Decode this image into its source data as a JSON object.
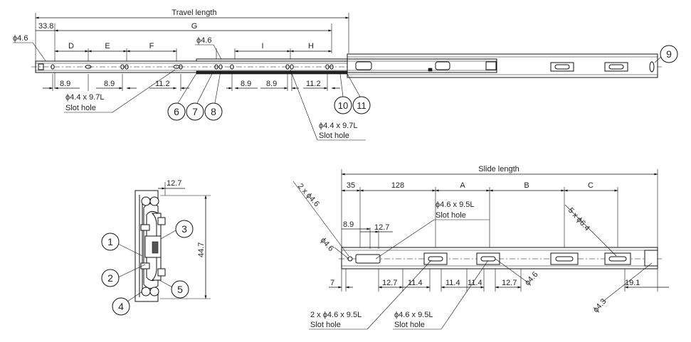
{
  "top": {
    "travel_length": "Travel length",
    "G": "G",
    "d_33_8": "33.8",
    "phi_4_6_left": "ϕ4.6",
    "phi_4_6_mid": "ϕ4.6",
    "D": "D",
    "E": "E",
    "F": "F",
    "I": "I",
    "H": "H",
    "d_8_9_a": "8.9",
    "d_8_9_b": "8.9",
    "d_11_2_a": "11.2",
    "d_8_9_c": "8.9",
    "d_8_9_d": "8.9",
    "d_11_2_b": "11.2",
    "slot_left_1": "ϕ4.4 x 9.7L",
    "slot_left_2": "Slot hole",
    "slot_right_1": "ϕ4.4 x 9.7L",
    "slot_right_2": "Slot hole",
    "callouts": [
      "6",
      "7",
      "8",
      "9",
      "10",
      "11"
    ]
  },
  "cross": {
    "d_12_7": "12.7",
    "d_44_7": "44.7",
    "callouts": [
      "1",
      "2",
      "3",
      "4",
      "5"
    ]
  },
  "bottom": {
    "slide_length": "Slide length",
    "d_35": "35",
    "d_128": "128",
    "A": "A",
    "B": "B",
    "C": "C",
    "holes_2x": "2 x ϕ4.6",
    "holes_5x": "5 x ϕ6.4",
    "slot_1": "ϕ4.6 x 9.5L",
    "slot_2": "Slot hole",
    "d_8_9": "8.9",
    "d_12_7_top": "12.7",
    "phi_4_6_left": "ϕ4.6",
    "d_7": "7",
    "d_12_7_a": "12.7",
    "d_11_4_a": "11.4",
    "d_11_4_b": "11.4",
    "d_11_4_c": "11.4",
    "d_12_7_b": "12.7",
    "phi_4_6_right": "ϕ4.6",
    "phi_4_3": "ϕ4.3",
    "d_19_1": "19.1",
    "slot2_1": "2 x ϕ4.6 x 9.5L",
    "slot2_2": "Slot hole",
    "slot3_1": "ϕ4.6 x 9.5L",
    "slot3_2": "Slot hole"
  }
}
